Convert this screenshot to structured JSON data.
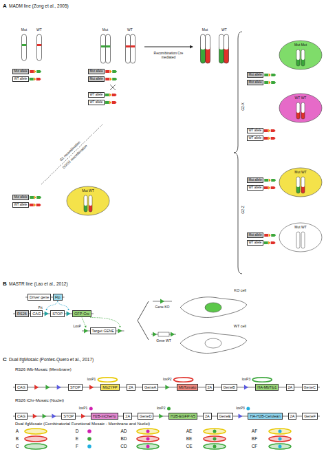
{
  "diagram": {
    "nodes": [
      {
        "text": [
          "Mut allele"
        ]
      },
      {
        "text": [
          "WT allele"
        ]
      },
      {
        "text": [
          "Mut allele"
        ]
      },
      {
        "text": [
          "Mut allele"
        ]
      },
      {
        "text": [
          "WT allele"
        ]
      },
      {
        "text": [
          "WT allele"
        ]
      },
      {
        "text": [
          "Mut allele"
        ]
      },
      {
        "text": [
          "Mut allele"
        ]
      },
      {
        "text": [
          "WT allele"
        ]
      },
      {
        "text": [
          "WT allele"
        ]
      },
      {
        "text": [
          "Mut allele"
        ]
      },
      {
        "text": [
          "WT allele"
        ]
      },
      {
        "text": [
          "Mut allele"
        ]
      },
      {
        "text": [
          "WT allele"
        ]
      },
      {
        "text": [
          "Mut allele"
        ]
      },
      {
        "text": [
          "WT allele"
        ]
      },
      {
        "text": [
          "Mut Mut"
        ]
      },
      {
        "text": [
          "WT WT"
        ]
      },
      {
        "text": [
          "Mut WT"
        ]
      },
      {
        "text": [
          "Mut WT"
        ]
      },
      {
        "text": [
          "Mut WT"
        ]
      },
      {
        "text": [
          "Driver gene"
        ]
      },
      {
        "text": [
          "Flp"
        ]
      },
      {
        "text": [
          "RS26"
        ]
      },
      {
        "text": [
          "CAG"
        ]
      },
      {
        "text": [
          "STOP"
        ]
      },
      {
        "text": [
          "GFP-Cre"
        ]
      },
      {
        "text": [
          "Target GENE"
        ]
      },
      {
        "text": [
          "KO cell"
        ]
      },
      {
        "text": [
          "WT cell"
        ]
      },
      {
        "text": [
          "CAG"
        ]
      },
      {
        "text": [
          "STOP"
        ]
      },
      {
        "text": [
          "Mb2YFP"
        ]
      },
      {
        "text": [
          "2A"
        ]
      },
      {
        "text": [
          "GeneA"
        ]
      },
      {
        "text": [
          "MbTomato"
        ]
      },
      {
        "text": [
          "2A"
        ]
      },
      {
        "text": [
          "GeneB"
        ]
      },
      {
        "text": [
          "HA-MbTfp1"
        ]
      },
      {
        "text": [
          "2A"
        ]
      },
      {
        "text": [
          "GeneC"
        ]
      },
      {
        "text": [
          "CAG"
        ]
      },
      {
        "text": [
          "STOP"
        ]
      },
      {
        "text": [
          "H2B-mCherry"
        ]
      },
      {
        "text": [
          "2A"
        ]
      },
      {
        "text": [
          "GeneD"
        ]
      },
      {
        "text": [
          "H2B-EGFP-V5"
        ]
      },
      {
        "text": [
          "2A"
        ]
      },
      {
        "text": [
          "GeneE"
        ]
      },
      {
        "text": [
          "HA-H2B-Cerulean"
        ]
      },
      {
        "text": [
          "2A"
        ]
      },
      {
        "text": [
          "GeneF"
        ]
      }
    ],
    "labels": [
      "A",
      "MADM line (Zong et al., 2005)",
      "Mut",
      "WT",
      "Mut",
      "WT",
      "Recombination Cre mediated",
      "Mut",
      "WT",
      "G2-X",
      "G2-Z",
      "G2 recombination",
      "G0/G1 recombination",
      "B",
      "MASTR line (Lao et al., 2012)",
      "Frt",
      "LoxP",
      "Gene KO",
      "Gene WT",
      "C",
      "Dual ifgMosaic (Pontes-Quero et al., 2017)",
      "RS26 iMb-Mosaic (Membrane)",
      "loxP1",
      "loxP2",
      "loxP3",
      "RS26 iChr-Mosaic (Nuclei)",
      "loxP1",
      "loxP2",
      "loxP3",
      "Dual ifgMosaic (Combinatorial Functional Mosaic - Membrane and Nuclei)",
      "A",
      "D",
      "AD",
      "AE",
      "AF",
      "B",
      "E",
      "BD",
      "BE",
      "BF",
      "C",
      "F",
      "CD",
      "CE",
      "CF"
    ]
  }
}
